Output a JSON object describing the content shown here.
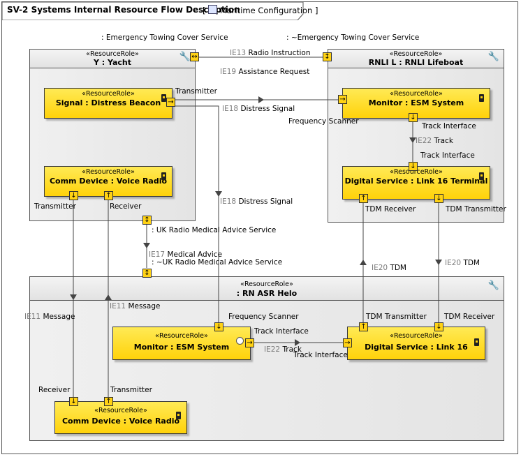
{
  "frame": {
    "title": "SV-2 Systems Internal Resource Flow Description",
    "config_label": "Maritime Configuration"
  },
  "stereotype_resource_role": "«ResourceRole»",
  "lanes": {
    "yacht": {
      "name": "Y : Yacht"
    },
    "lifeboat": {
      "name": "RNLI L : RNLI Lifeboat"
    },
    "helo": {
      "name": ": RN ASR Helo"
    }
  },
  "parts": {
    "beacon": "Signal : Distress Beacon",
    "yacht_radio": "Comm Device : Voice Radio",
    "lifeboat_esm": "Monitor : ESM System",
    "link16_terminal": "Digital Service : Link 16 Terminal",
    "helo_esm": "Monitor : ESM System",
    "helo_link16": "Digital Service : Link 16",
    "helo_radio": "Comm Device : Voice Radio"
  },
  "port_labels": {
    "emergency_towing_yacht": ": Emergency Towing Cover Service",
    "emergency_towing_lifeboat": ": ~Emergency Towing Cover Service",
    "uk_radio_medical_yacht": ": UK Radio Medical Advice Service",
    "uk_radio_medical_helo": ": ~UK Radio Medical Advice Service",
    "beacon_transmitter": "Transmitter",
    "frequency_scanner_lifeboat": "Frequency Scanner",
    "track_interface_esm_out": "Track Interface",
    "track_interface_terminal_in": "Track Interface",
    "tdm_receiver_terminal": "TDM Receiver",
    "tdm_transmitter_terminal": "TDM Transmitter",
    "yacht_radio_transmitter": "Transmitter",
    "yacht_radio_receiver": "Receiver",
    "frequency_scanner_helo": "Frequency Scanner",
    "track_interface_helo_esm": "Track Interface",
    "track_interface_helo_link16": "Track Interface",
    "tdm_transmitter_helo": "TDM Transmitter",
    "tdm_receiver_helo": "TDM Receiver",
    "helo_radio_receiver": "Receiver",
    "helo_radio_transmitter": "Transmitter"
  },
  "flows": {
    "ie13": {
      "id": "IE13",
      "name": "Radio Instruction"
    },
    "ie19": {
      "id": "IE19",
      "name": "Assistance Request"
    },
    "ie18_a": {
      "id": "IE18",
      "name": "Distress Signal"
    },
    "ie18_b": {
      "id": "IE18",
      "name": "Distress Signal"
    },
    "ie22_a": {
      "id": "IE22",
      "name": "Track"
    },
    "ie22_b": {
      "id": "IE22",
      "name": "Track"
    },
    "ie17": {
      "id": "IE17",
      "name": "Medical Advice"
    },
    "ie20_a": {
      "id": "IE20",
      "name": "TDM"
    },
    "ie20_b": {
      "id": "IE20",
      "name": "TDM"
    },
    "ie11_a": {
      "id": "IE11",
      "name": "Message"
    },
    "ie11_b": {
      "id": "IE11",
      "name": "Message"
    }
  },
  "colors": {
    "part_fill": "#ffd20a",
    "lane_fill": "#e8e8e8",
    "id_gray": "#7a7a7a"
  }
}
